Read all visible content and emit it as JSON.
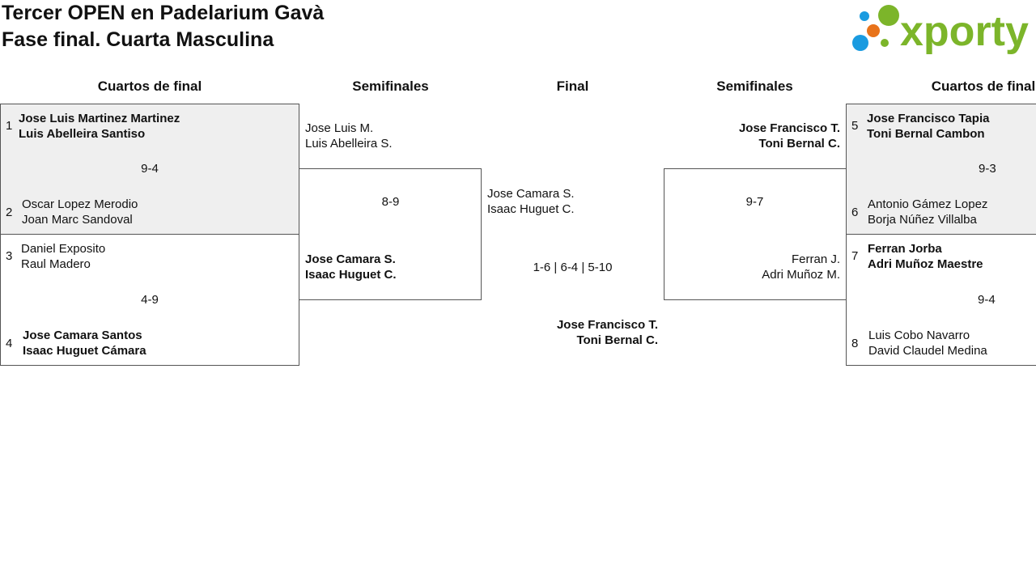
{
  "header": {
    "title_line1": "Tercer OPEN en Padelarium Gavà",
    "title_line2": "Fase final. Cuarta Masculina",
    "logo_text": "xporty",
    "logo_colors": {
      "green": "#7cb52a",
      "blue": "#1a9be0",
      "orange": "#e8731a"
    }
  },
  "rounds": {
    "left_quarters": "Cuartos de final",
    "left_semis": "Semifinales",
    "final": "Final",
    "right_semis": "Semifinales",
    "right_quarters": "Cuartos de final"
  },
  "quarterfinals": [
    {
      "top": {
        "seed": "1",
        "p1": "Jose Luis Martinez Martinez",
        "p2": "Luis Abelleira Santiso",
        "winner": true
      },
      "bottom": {
        "seed": "2",
        "p1": "Oscar Lopez Merodio",
        "p2": "Joan Marc Sandoval",
        "winner": false
      },
      "score": "9-4"
    },
    {
      "top": {
        "seed": "3",
        "p1": "Daniel Exposito",
        "p2": "Raul Madero",
        "winner": false
      },
      "bottom": {
        "seed": "4",
        "p1": "Jose Camara Santos",
        "p2": "Isaac Huguet Cámara",
        "winner": true
      },
      "score": "4-9"
    },
    {
      "top": {
        "seed": "5",
        "p1": "Jose Francisco Tapia",
        "p2": "Toni Bernal Cambon",
        "winner": true
      },
      "bottom": {
        "seed": "6",
        "p1": "Antonio Gámez Lopez",
        "p2": "Borja Núñez Villalba",
        "winner": false
      },
      "score": "9-3"
    },
    {
      "top": {
        "seed": "7",
        "p1": "Ferran Jorba",
        "p2": "Adri Muñoz Maestre",
        "winner": true
      },
      "bottom": {
        "seed": "8",
        "p1": "Luis Cobo Navarro",
        "p2": "David Claudel Medina",
        "winner": false
      },
      "score": "9-4"
    }
  ],
  "semifinals": [
    {
      "top": {
        "p1": "Jose Luis M.",
        "p2": "Luis Abelleira S.",
        "winner": false
      },
      "bottom": {
        "p1": "Jose Camara S.",
        "p2": "Isaac Huguet C.",
        "winner": true
      },
      "score": "8-9"
    },
    {
      "top": {
        "p1": "Jose Francisco T.",
        "p2": "Toni Bernal C.",
        "winner": true
      },
      "bottom": {
        "p1": "Ferran J.",
        "p2": "Adri Muñoz M.",
        "winner": false
      },
      "score": "9-7"
    }
  ],
  "final": {
    "left": {
      "p1": "Jose Camara S.",
      "p2": "Isaac Huguet C.",
      "winner": false
    },
    "score": "1-6 | 6-4 | 5-10",
    "right": {
      "p1": "Jose Francisco T.",
      "p2": "Toni Bernal C.",
      "winner": true
    }
  }
}
